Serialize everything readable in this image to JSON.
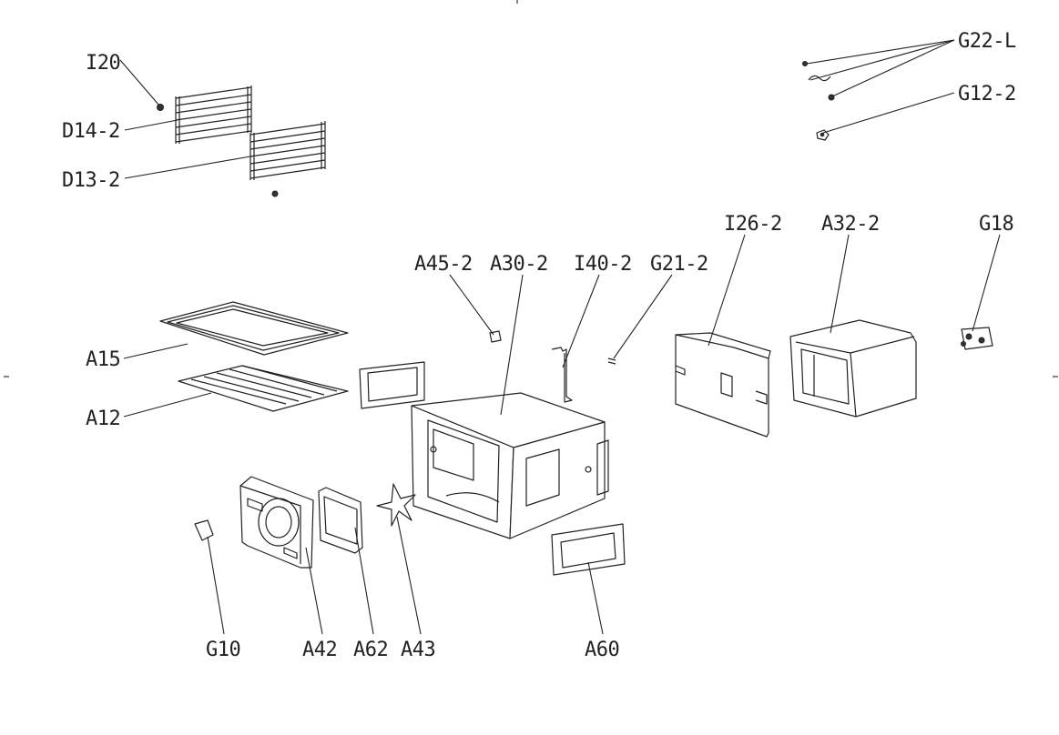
{
  "labels": {
    "I20": "I20",
    "D14_2": "D14-2",
    "D13_2": "D13-2",
    "G22_L": "G22-L",
    "G12_2": "G12-2",
    "I26_2": "I26-2",
    "A32_2": "A32-2",
    "G18": "G18",
    "A45_2": "A45-2",
    "A30_2": "A30-2",
    "I40_2": "I40-2",
    "G21_2": "G21-2",
    "A15": "A15",
    "A12": "A12",
    "G10": "G10",
    "A42": "A42",
    "A62": "A62",
    "A43": "A43",
    "A60": "A60"
  }
}
